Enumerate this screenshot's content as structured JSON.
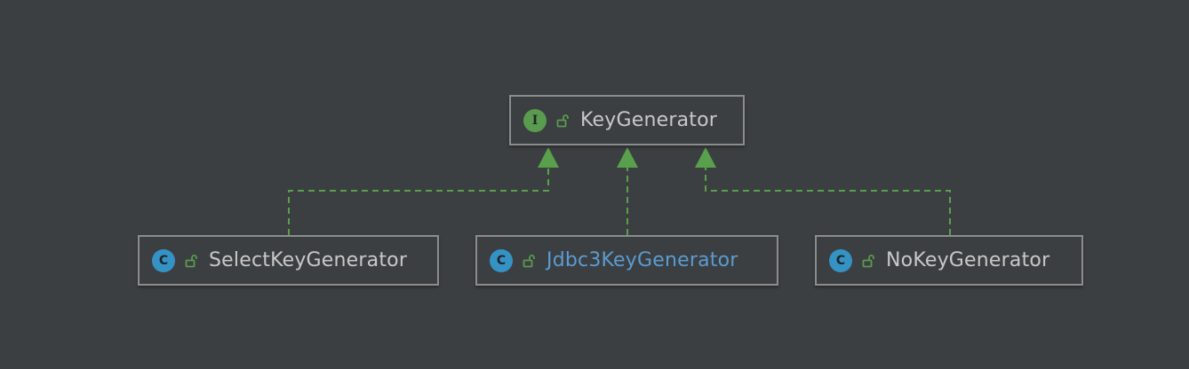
{
  "colors": {
    "background": "#3b3f41",
    "box_fill": "#3c3f41",
    "box_border": "#8c8c8c",
    "text_default": "#c8c8c8",
    "text_selected": "#5b9bd1",
    "interface_badge": "#5a9b4f",
    "class_badge": "#3592c4",
    "edge": "#59a04d"
  },
  "diagram": {
    "root": {
      "name": "KeyGenerator",
      "kind": "interface",
      "badge_letter": "I",
      "badge_icon": "interface-icon",
      "visibility_icon": "public-lock-icon"
    },
    "implementations": [
      {
        "name": "SelectKeyGenerator",
        "kind": "class",
        "badge_letter": "C",
        "badge_icon": "class-icon",
        "visibility_icon": "public-lock-icon",
        "highlighted": false
      },
      {
        "name": "Jdbc3KeyGenerator",
        "kind": "class",
        "badge_letter": "C",
        "badge_icon": "class-icon",
        "visibility_icon": "public-lock-icon",
        "highlighted": true
      },
      {
        "name": "NoKeyGenerator",
        "kind": "class",
        "badge_letter": "C",
        "badge_icon": "class-icon",
        "visibility_icon": "public-lock-icon",
        "highlighted": false
      }
    ],
    "relations": [
      {
        "from": "SelectKeyGenerator",
        "to": "KeyGenerator",
        "type": "realization"
      },
      {
        "from": "Jdbc3KeyGenerator",
        "to": "KeyGenerator",
        "type": "realization"
      },
      {
        "from": "NoKeyGenerator",
        "to": "KeyGenerator",
        "type": "realization"
      }
    ]
  }
}
